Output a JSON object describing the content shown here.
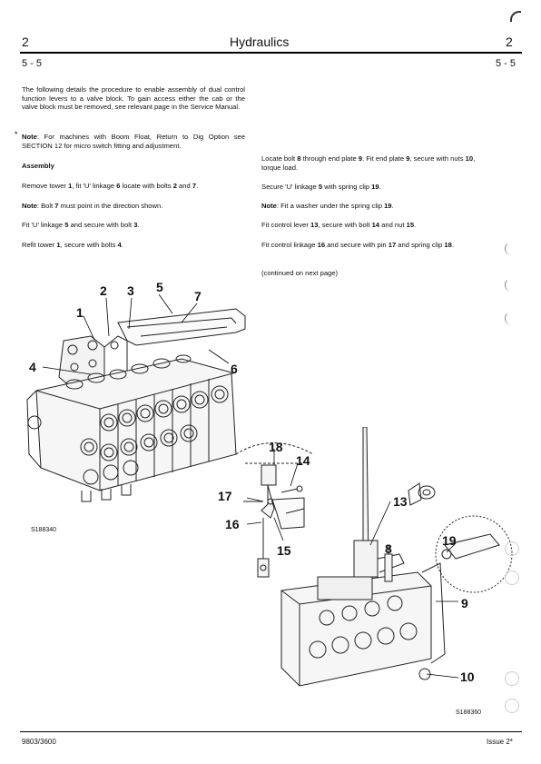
{
  "header": {
    "chapter_left": "2",
    "title": "Hydraulics",
    "chapter_right": "2",
    "page_left": "5 - 5",
    "page_right": "5 - 5"
  },
  "left_col": {
    "intro": "The following details the procedure to enable assembly of dual control function levers to a valve block. To gain access either the cab or the valve block must be removed, see relevant page in the Service Manual.",
    "note_marker": "*",
    "note_label": "Note",
    "note_text": ": For machines with Boom Float, Return to Dig Option see SECTION 12 for micro switch fitting and adjustment.",
    "assembly_heading": "Assembly",
    "step1_a": "Remove tower ",
    "step1_b1": "1",
    "step1_c": ", fit 'U' linkage ",
    "step1_b2": "6",
    "step1_d": " locate with bolts ",
    "step1_b3": "2",
    "step1_e": " and ",
    "step1_b4": "7",
    "step1_f": ".",
    "note2_label": "Note",
    "note2_a": ": Bolt ",
    "note2_b": "7",
    "note2_c": " must point in the direction shown.",
    "step2_a": "Fit 'U' linkage ",
    "step2_b1": "5",
    "step2_c": " and secure with bolt ",
    "step2_b2": "3",
    "step2_d": ".",
    "step3_a": "Refit tower ",
    "step3_b1": "1",
    "step3_c": ", secure with bolts ",
    "step3_b2": "4",
    "step3_d": "."
  },
  "right_col": {
    "p1_a": "Locate bolt ",
    "p1_b1": "8",
    "p1_c": " through end plate ",
    "p1_b2": "9",
    "p1_d": ". Fit end plate ",
    "p1_b3": "9",
    "p1_e": ", secure with nuts ",
    "p1_b4": "10",
    "p1_f": ", torque load.",
    "p2_a": "Secure 'U' linkage ",
    "p2_b1": "5",
    "p2_c": " with spring clip ",
    "p2_b2": "19",
    "p2_d": ".",
    "p3_label": "Note",
    "p3_a": ": Fit a washer under the spring clip ",
    "p3_b": "19",
    "p3_c": ".",
    "p4_a": "Fit control lever ",
    "p4_b1": "13",
    "p4_c": ", secure with bolt ",
    "p4_b2": "14",
    "p4_d": " and nut ",
    "p4_b3": "15",
    "p4_e": ".",
    "p5_a": "Fit control linkage ",
    "p5_b1": "16",
    "p5_c": " and secure with pin ",
    "p5_b2": "17",
    "p5_d": " and spring clip ",
    "p5_b3": "18",
    "p5_e": ".",
    "continued": "(continued on next page)"
  },
  "figure1": {
    "ref": "S188340",
    "callouts": [
      "1",
      "2",
      "3",
      "5",
      "7",
      "4",
      "6"
    ]
  },
  "figure2": {
    "ref": "S188360",
    "callouts": [
      "18",
      "14",
      "17",
      "16",
      "15",
      "13",
      "8",
      "19",
      "9",
      "10"
    ]
  },
  "footer": {
    "left": "9803/3600",
    "right": "Issue 2*"
  }
}
